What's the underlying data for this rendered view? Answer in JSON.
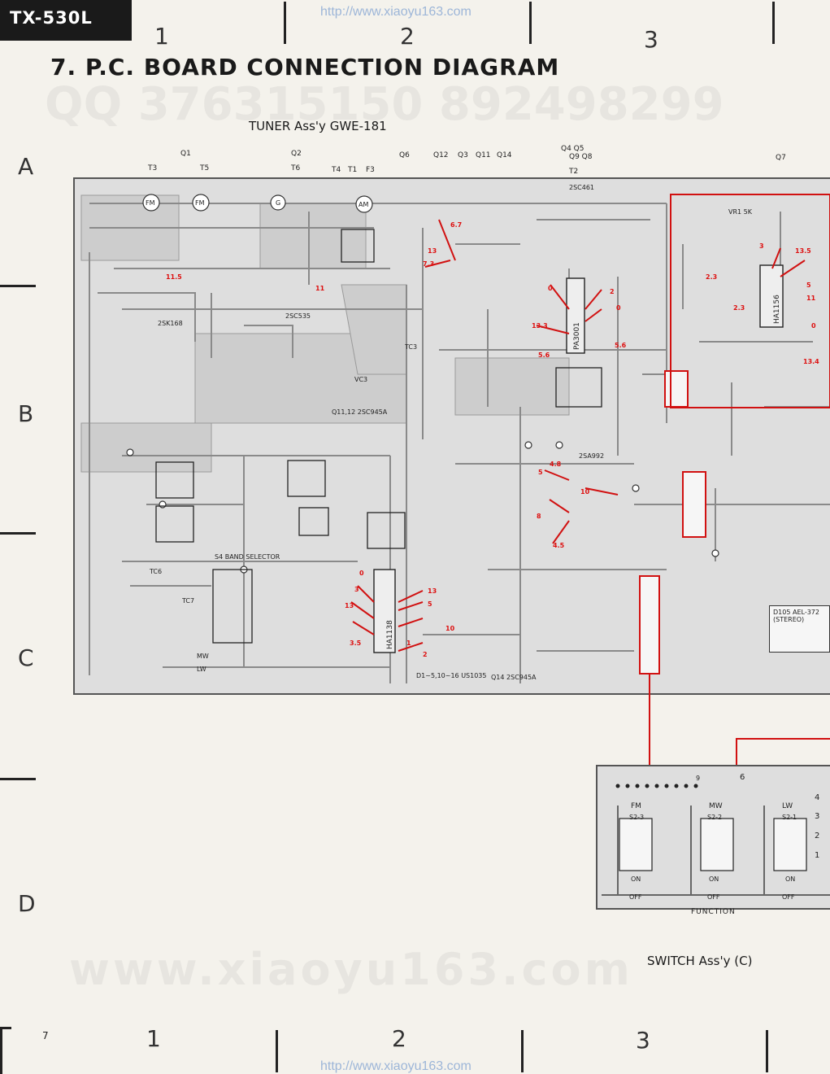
{
  "header": {
    "model": "TX-530L",
    "url_top": "http://www.xiaoyu163.com",
    "url_bottom": "http://www.xiaoyu163.com",
    "title": "7. P.C. BOARD CONNECTION DIAGRAM",
    "subtitle": "TUNER Ass'y  GWE-181",
    "watermark_top": "QQ 376315150    892498299",
    "watermark_bottom": "www.xiaoyu163.com"
  },
  "grid": {
    "columns": [
      "1",
      "2",
      "3"
    ],
    "rows": [
      "A",
      "B",
      "C",
      "D"
    ],
    "page_number": "7"
  },
  "top_refs": {
    "row1": [
      "Q1",
      "Q2",
      "Q6",
      "Q12",
      "Q3",
      "Q11",
      "Q14",
      "Q4 Q5",
      "Q9 Q8",
      "Q7"
    ],
    "row2": [
      "T3",
      "T5",
      "T6",
      "T4",
      "T1",
      "F3",
      "T2"
    ]
  },
  "components": {
    "ics": [
      "HA1156",
      "PA3001",
      "HA1138"
    ],
    "labels": [
      "FM",
      "FM",
      "G",
      "AM",
      "2SK168",
      "2SC535",
      "2SC461",
      "Q11,12 2SC945A",
      "2SA992",
      "D1~5,10~16 US1035",
      "Q14 2SC945A",
      "S4 BAND SELECTOR",
      "MW",
      "LW",
      "VR1 5K",
      "TC3",
      "VC3",
      "TC6",
      "TC7"
    ],
    "indicator": "D105 AEL-372 (STEREO)",
    "red_values": [
      "11.5",
      "11",
      "6.7",
      "13",
      "7.3",
      "0",
      "2",
      "0",
      "5.6",
      "13.3",
      "5.6",
      "13.5",
      "2.3",
      "2.3",
      "3",
      "5",
      "11",
      "0",
      "13.4",
      "4.8",
      "5",
      "10",
      "4.5",
      "8",
      "0",
      "3",
      "13",
      "5",
      "13",
      "3.5",
      "1",
      "2",
      "10"
    ]
  },
  "switch": {
    "title": "SWITCH Ass'y (C)",
    "function_label": "FUNCTION",
    "sections": [
      {
        "name": "FM",
        "ref": "S2-3",
        "on": "ON",
        "off": "OFF"
      },
      {
        "name": "MW",
        "ref": "S2-2",
        "on": "ON",
        "off": "OFF"
      },
      {
        "name": "LW",
        "ref": "S2-1",
        "on": "ON",
        "off": "OFF"
      }
    ],
    "pins": [
      "6",
      "4",
      "2",
      "3",
      "1"
    ],
    "connector_pin_count": "9"
  },
  "colors": {
    "trace": "#cfcfcf",
    "board_bg": "#dedede",
    "highlight": "#d11111"
  }
}
